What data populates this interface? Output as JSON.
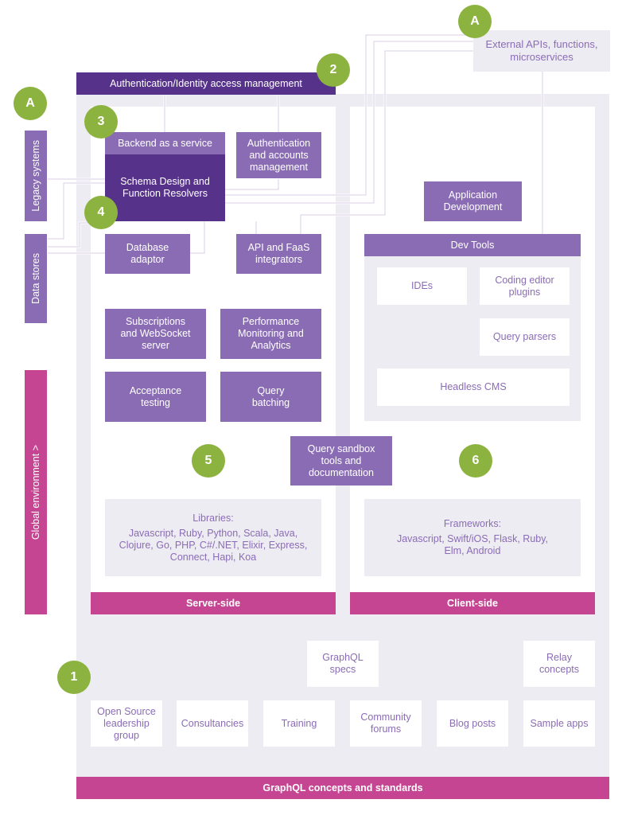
{
  "header": {
    "auth_bar": "Authentication/Identity access management",
    "external": "External APIs, functions,\nmicroservices"
  },
  "markers": {
    "a_left": "A",
    "a_top": "A",
    "n1": "1",
    "n2": "2",
    "n3": "3",
    "n4": "4",
    "n5": "5",
    "n6": "6"
  },
  "side": {
    "legacy": "Legacy systems",
    "data_stores": "Data stores",
    "global": "Global environment  >"
  },
  "server": {
    "baas": "Backend as a service",
    "schema": "Schema Design and\nFunction Resolvers",
    "auth_accounts": "Authentication\nand accounts\nmanagement",
    "db_adaptor": "Database\nadaptor",
    "api_faas": "API and FaaS\nintegrators",
    "subscriptions": "Subscriptions\nand WebSocket\nserver",
    "performance": "Performance\nMonitoring and\nAnalytics",
    "acceptance": "Acceptance\ntesting",
    "batching": "Query\nbatching",
    "libraries_title": "Libraries:",
    "libraries": "Javascript, Ruby, Python, Scala, Java,\nClojure, Go, PHP, C#/.NET, Elixir, Express,\nConnect, Hapi, Koa",
    "footer": "Server-side"
  },
  "shared": {
    "sandbox": "Query sandbox\ntools and\ndocumentation"
  },
  "client": {
    "app_dev": "Application\nDevelopment",
    "dev_tools": "Dev Tools",
    "ides": "IDEs",
    "coding_plugins": "Coding editor\nplugins",
    "query_parsers": "Query parsers",
    "headless_cms": "Headless CMS",
    "frameworks_title": "Frameworks:",
    "frameworks": "Javascript, Swift/iOS, Flask, Ruby,\nElm, Android",
    "footer": "Client-side"
  },
  "community": {
    "specs": "GraphQL\nspecs",
    "relay": "Relay\nconcepts",
    "open_source": "Open Source\nleadership\ngroup",
    "consultancies": "Consultancies",
    "training": "Training",
    "forums": "Community\nforums",
    "blog": "Blog posts",
    "samples": "Sample apps",
    "footer": "GraphQL concepts and standards"
  },
  "colors": {
    "purple": "#8a6cb5",
    "dark_purple": "#56328a",
    "magenta": "#c64592",
    "green": "#8cb33f",
    "light_bg": "#eeecf3"
  }
}
